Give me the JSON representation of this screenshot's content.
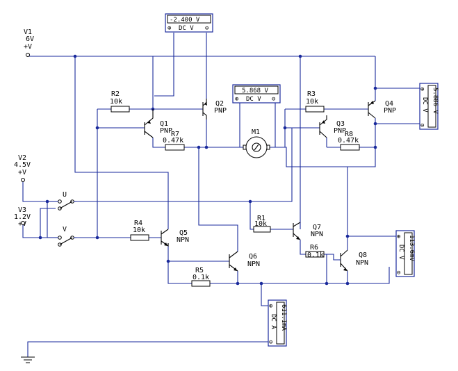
{
  "meters": {
    "top": {
      "reading": "-2.400 V",
      "mode": "DC V"
    },
    "m1": {
      "reading": "5.868 V",
      "mode": "DC V"
    },
    "right": {
      "reading": "5.886 V",
      "mode": "DC V"
    },
    "q8": {
      "reading": "113.6mV",
      "mode": "DC V"
    },
    "ammeter": {
      "reading": "611.1mA",
      "mode": "DC A"
    }
  },
  "sources": {
    "v1": {
      "name": "V1",
      "value": "6V",
      "polarity": "+V"
    },
    "v2": {
      "name": "V2",
      "value": "4.5V",
      "polarity": "+V"
    },
    "v3": {
      "name": "V3",
      "value": "1.2V",
      "polarity": "+V"
    }
  },
  "switches": {
    "u": "U",
    "v": "V"
  },
  "resistors": {
    "r1": {
      "name": "R1",
      "value": "10k"
    },
    "r2": {
      "name": "R2",
      "value": "10k"
    },
    "r3": {
      "name": "R3",
      "value": "10k"
    },
    "r4": {
      "name": "R4",
      "value": "10k"
    },
    "r5": {
      "name": "R5",
      "value": "0.1k"
    },
    "r6": {
      "name": "R6",
      "value": "0.1k"
    },
    "r7": {
      "name": "R7",
      "value": "0.47k"
    },
    "r8": {
      "name": "R8",
      "value": "0.47k"
    }
  },
  "transistors": {
    "q1": {
      "name": "Q1",
      "type": "PNP"
    },
    "q2": {
      "name": "Q2",
      "type": "PNP"
    },
    "q3": {
      "name": "Q3",
      "type": "PNP"
    },
    "q4": {
      "name": "Q4",
      "type": "PNP"
    },
    "q5": {
      "name": "Q5",
      "type": "NPN"
    },
    "q6": {
      "name": "Q6",
      "type": "NPN"
    },
    "q7": {
      "name": "Q7",
      "type": "NPN"
    },
    "q8": {
      "name": "Q8",
      "type": "NPN"
    }
  },
  "motor": {
    "name": "M1"
  },
  "terminals": {
    "plus": "⊕",
    "minus": "⊖"
  }
}
